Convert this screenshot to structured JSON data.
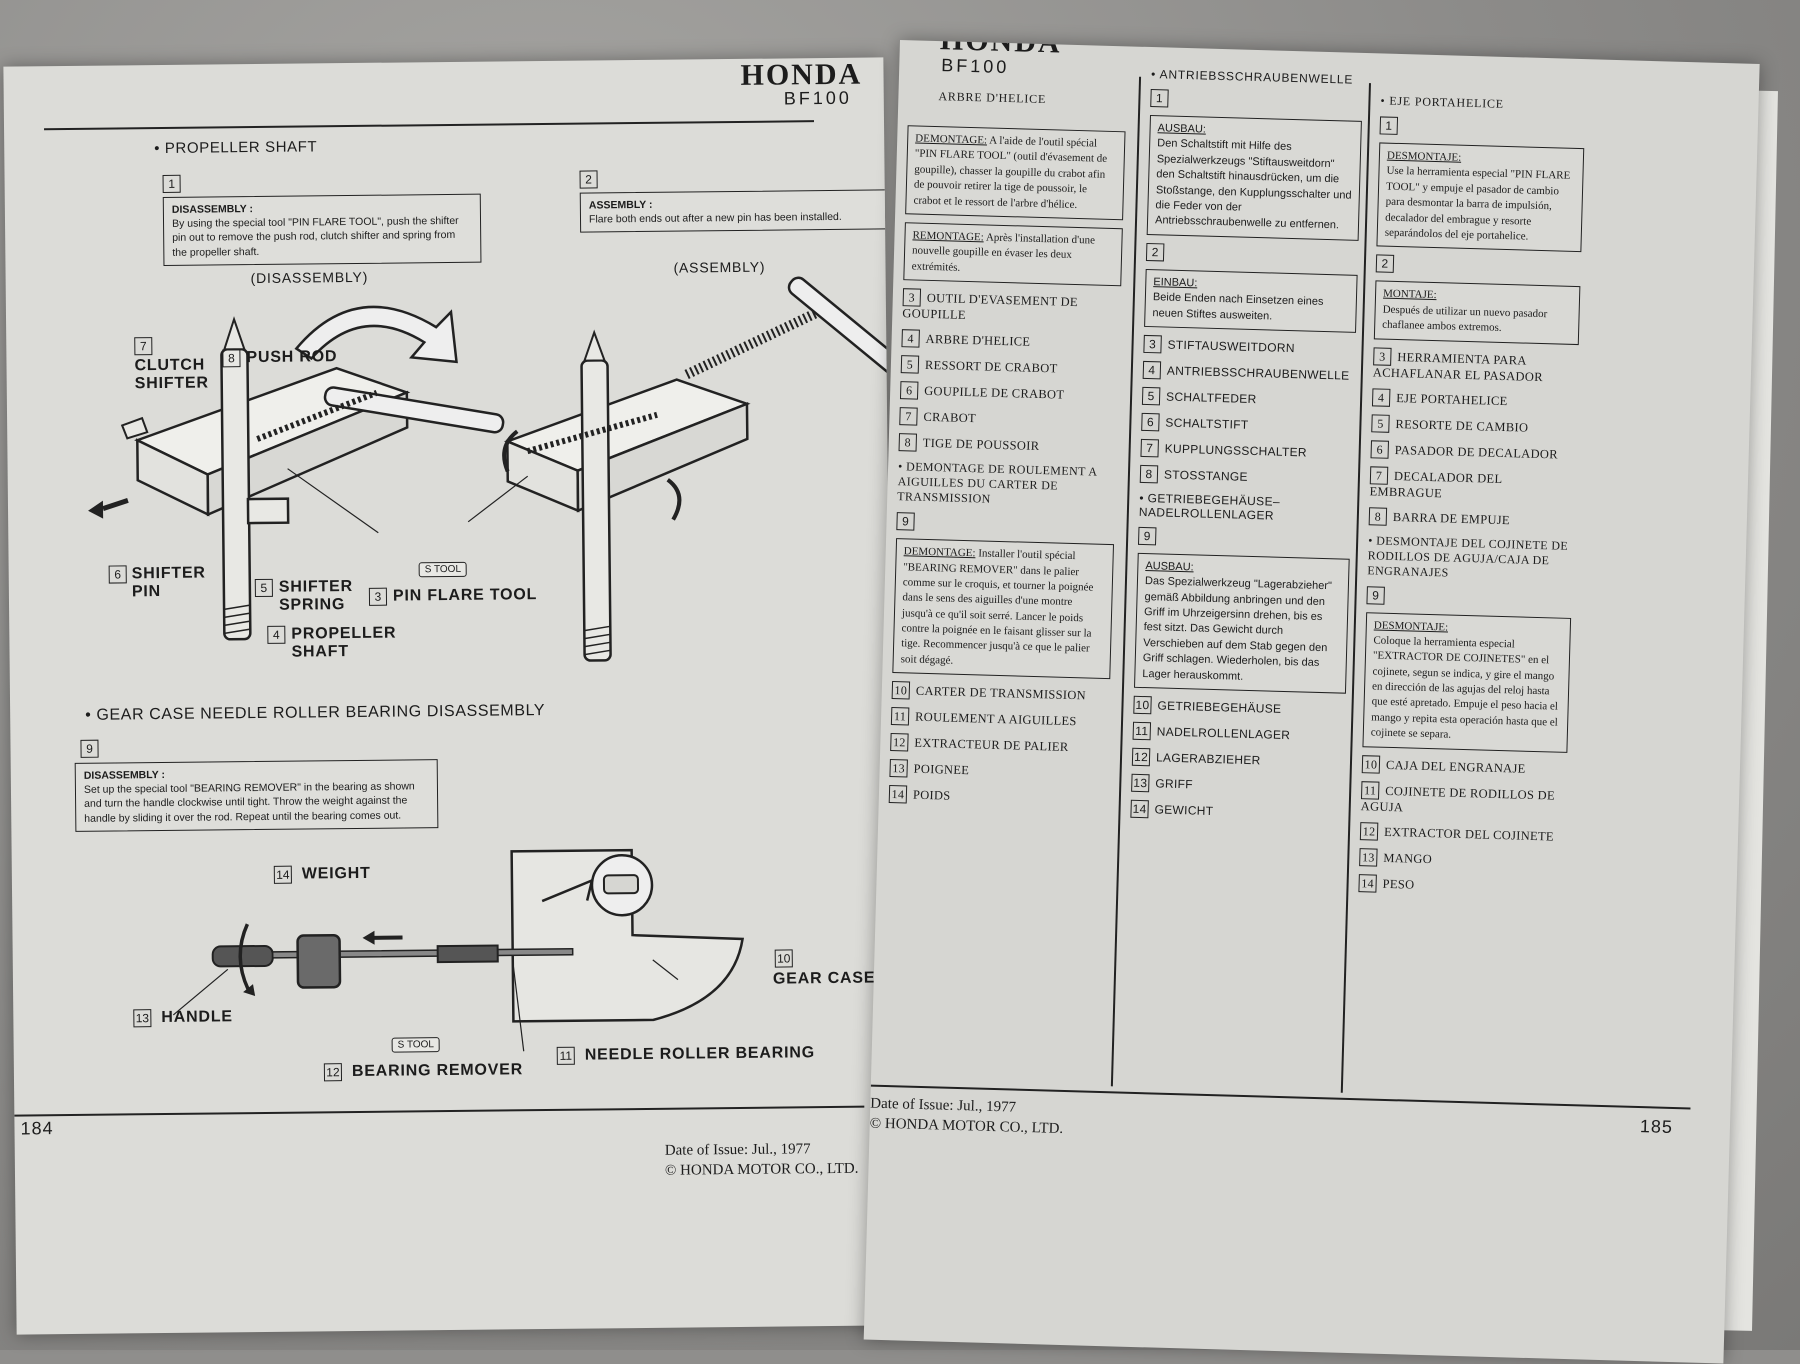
{
  "header": {
    "brand": "HONDA",
    "model": "BF100"
  },
  "left_page": {
    "section_propeller": "• PROPELLER SHAFT",
    "box1": {
      "num": "1",
      "head": "DISASSEMBLY :",
      "text": "By using the special tool \"PIN FLARE TOOL\", push the shifter pin out to remove the push rod, clutch shifter and spring from the propeller shaft."
    },
    "box2": {
      "num": "2",
      "head": "ASSEMBLY :",
      "text": "Flare both ends out after a new pin has been installed."
    },
    "disassembly_caption": "(DISASSEMBLY)",
    "assembly_caption": "(ASSEMBLY)",
    "labels": {
      "n7": "7",
      "clutch_shifter": "CLUTCH SHIFTER",
      "n8": "8",
      "push_rod": "PUSH ROD",
      "n6": "6",
      "shifter_pin": "SHIFTER PIN",
      "n5": "5",
      "shifter_spring": "SHIFTER SPRING",
      "n4": "4",
      "propeller_shaft": "PROPELLER SHAFT",
      "n3": "3",
      "pin_flare_tool": "PIN FLARE TOOL",
      "s_tool": "S TOOL"
    },
    "section_gear": "• GEAR CASE NEEDLE ROLLER BEARING DISASSEMBLY",
    "box9": {
      "num": "9",
      "head": "DISASSEMBLY :",
      "text": "Set up the special tool \"BEARING REMOVER\" in the bearing as shown and turn the handle clockwise until tight. Throw the weight against the handle by sliding it over the rod. Repeat until the bearing comes out."
    },
    "labels2": {
      "n14": "14",
      "weight": "WEIGHT",
      "n13": "13",
      "handle": "HANDLE",
      "n10": "10",
      "gear_case": "GEAR CASE",
      "n11": "11",
      "needle_roller_bearing": "NEEDLE ROLLER BEARING",
      "n12": "12",
      "bearing_remover": "BEARING REMOVER",
      "s_tool": "S TOOL"
    },
    "page_number": "184",
    "date": "Date of Issue:  Jul., 1977",
    "copyright": "© HONDA MOTOR CO., LTD."
  },
  "right_page": {
    "fr": {
      "head": "ARBRE D'HELICE",
      "box1": {
        "head": "DEMONTAGE:",
        "text": "A l'aide de l'outil spécial \"PIN FLARE TOOL\" (outil d'évasement de goupille), chasser la goupille du crabot afin de pouvoir retirer la tige de poussoir, le crabot et le ressort de l'arbre d'hélice."
      },
      "box2": {
        "head": "REMONTAGE:",
        "text": "Après l'installation d'une nouvelle goupille en évaser les deux extrémités."
      },
      "items": [
        {
          "n": "3",
          "t": "OUTIL D'EVASEMENT DE GOUPILLE"
        },
        {
          "n": "4",
          "t": "ARBRE D'HELICE"
        },
        {
          "n": "5",
          "t": "RESSORT DE CRABOT"
        },
        {
          "n": "6",
          "t": "GOUPILLE DE CRABOT"
        },
        {
          "n": "7",
          "t": "CRABOT"
        },
        {
          "n": "8",
          "t": "TIGE DE POUSSOIR"
        }
      ],
      "section2": "DEMONTAGE DE ROULEMENT A AIGUILLES DU CARTER DE TRANSMISSION",
      "box9": {
        "head": "DEMONTAGE:",
        "text": "Installer l'outil spécial \"BEARING REMOVER\" dans le palier comme sur le croquis, et tourner la poignée dans le sens des aiguilles d'une montre jusqu'à ce qu'il soit serré. Lancer le poids contre la poignée en le faisant glisser sur la tige. Recommencer jusqu'à ce que le palier soit dégagé."
      },
      "items2": [
        {
          "n": "10",
          "t": "CARTER DE TRANSMISSION"
        },
        {
          "n": "11",
          "t": "ROULEMENT A AIGUILLES"
        },
        {
          "n": "12",
          "t": "EXTRACTEUR DE PALIER"
        },
        {
          "n": "13",
          "t": "POIGNEE"
        },
        {
          "n": "14",
          "t": "POIDS"
        }
      ]
    },
    "de": {
      "head": "ANTRIEBSSCHRAUBENWELLE",
      "box1": {
        "head": "AUSBAU:",
        "text": "Den Schaltstift mit Hilfe des Spezialwerkzeugs \"Stiftausweitdorn\" den Schaltstift hinausdrücken, um die Stoßstange, den Kupplungsschalter und die Feder von der Antriebsschraubenwelle zu entfernen."
      },
      "box2": {
        "head": "EINBAU:",
        "text": "Beide Enden nach Einsetzen eines neuen Stiftes ausweiten."
      },
      "items": [
        {
          "n": "3",
          "t": "STIFTAUSWEITDORN"
        },
        {
          "n": "4",
          "t": "ANTRIEBSSCHRAUBENWELLE"
        },
        {
          "n": "5",
          "t": "SCHALTFEDER"
        },
        {
          "n": "6",
          "t": "SCHALTSTIFT"
        },
        {
          "n": "7",
          "t": "KUPPLUNGSSCHALTER"
        },
        {
          "n": "8",
          "t": "STOSSTANGE"
        }
      ],
      "section2": "GETRIEBEGEHÄUSE– NADELROLLENLAGER",
      "box9": {
        "head": "AUSBAU:",
        "text": "Das Spezialwerkzeug \"Lagerabzieher\" gemäß Abbildung anbringen und den Griff im Uhrzeigersinn drehen, bis es fest sitzt. Das Gewicht durch Verschieben auf dem Stab gegen den Griff schlagen. Wiederholen, bis das Lager herauskommt."
      },
      "items2": [
        {
          "n": "10",
          "t": "GETRIEBEGEHÄUSE"
        },
        {
          "n": "11",
          "t": "NADELROLLENLAGER"
        },
        {
          "n": "12",
          "t": "LAGERABZIEHER"
        },
        {
          "n": "13",
          "t": "GRIFF"
        },
        {
          "n": "14",
          "t": "GEWICHT"
        }
      ]
    },
    "es": {
      "head": "EJE PORTAHELICE",
      "box1": {
        "head": "DESMONTAJE:",
        "text": "Use la herramienta especial \"PIN FLARE TOOL\" y empuje el pasador de cambio para desmontar la barra de impulsión, decalador del embrague y resorte separándolos del eje portahelice."
      },
      "box2": {
        "head": "MONTAJE:",
        "text": "Después de utilizar un nuevo pasador chaflanee ambos extremos."
      },
      "items": [
        {
          "n": "3",
          "t": "HERRAMIENTA PARA ACHAFLANAR EL PASADOR"
        },
        {
          "n": "4",
          "t": "EJE PORTAHELICE"
        },
        {
          "n": "5",
          "t": "RESORTE DE CAMBIO"
        },
        {
          "n": "6",
          "t": "PASADOR DE DECALADOR"
        },
        {
          "n": "7",
          "t": "DECALADOR DEL EMBRAGUE"
        },
        {
          "n": "8",
          "t": "BARRA DE EMPUJE"
        }
      ],
      "section2": "DESMONTAJE DEL COJINETE DE RODILLOS DE AGUJA/CAJA DE ENGRANAJES",
      "box9": {
        "head": "DESMONTAJE:",
        "text": "Coloque la herramienta especial \"EXTRACTOR DE COJINETES\" en el cojinete, segun se indica, y gire el mango en dirección de las agujas del reloj hasta que esté apretado. Empuje el peso hacia el mango y repita esta operación hasta que el cojinete se separa."
      },
      "items2": [
        {
          "n": "10",
          "t": "CAJA DEL ENGRANAJE"
        },
        {
          "n": "11",
          "t": "COJINETE DE RODILLOS DE AGUJA"
        },
        {
          "n": "12",
          "t": "EXTRACTOR DEL COJINETE"
        },
        {
          "n": "13",
          "t": "MANGO"
        },
        {
          "n": "14",
          "t": "PESO"
        }
      ]
    },
    "nums": {
      "n1": "1",
      "n2": "2",
      "n9": "9"
    },
    "page_number": "185",
    "date": "Date of Issue:  Jul., 1977",
    "copyright": "© HONDA MOTOR CO., LTD."
  }
}
